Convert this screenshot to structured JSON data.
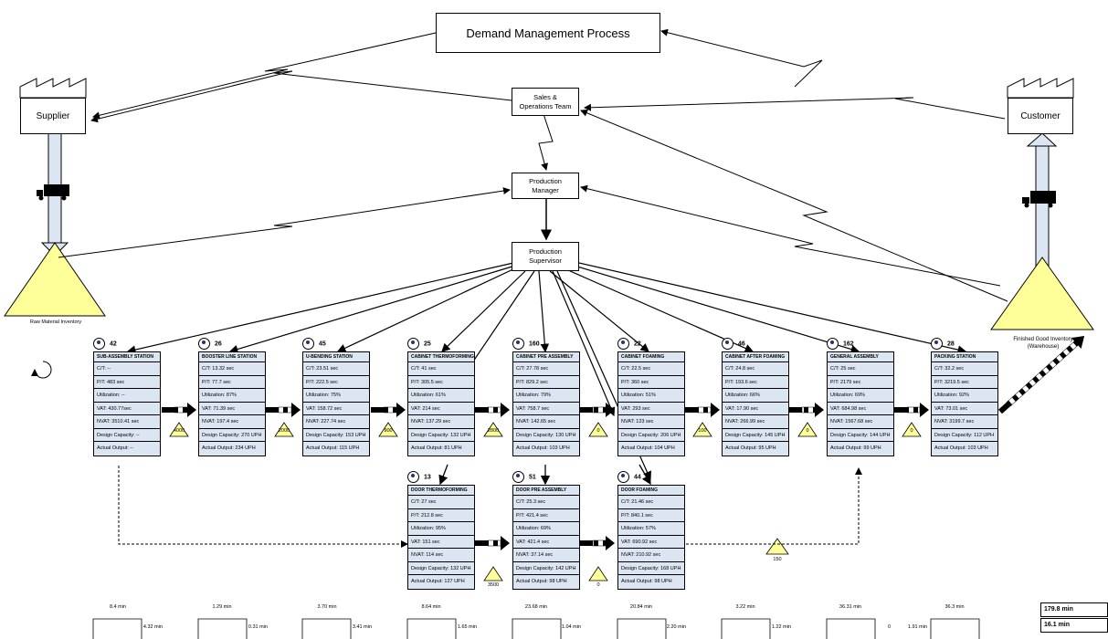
{
  "header": {
    "title": "Demand Management Process"
  },
  "external": {
    "supplier": "Supplier",
    "customer": "Customer"
  },
  "control": {
    "sales": "Sales &\nOperations Team",
    "manager": "Production\nManager",
    "supervisor": "Production\nSupervisor"
  },
  "inventory_labels": {
    "raw": "Raw Material Inventory",
    "finished": "Finished Good Inventory\n(Warehouse)"
  },
  "processes": [
    {
      "title": "SUB-ASSEMBLY STATION",
      "operators": "42",
      "ct": "C/T: --",
      "pt": "P/T: 483 sec",
      "util": "Utilization: --",
      "vat": "VAT: 430.77sec",
      "nvat": "NVAT: 3510.41 sec",
      "cap": "Design Capacity: --",
      "out": "Actual Output: --"
    },
    {
      "title": "BOOSTER LINE STATION",
      "operators": "26",
      "ct": "C/T: 13.32 sec",
      "pt": "P/T: 77.7 sec",
      "util": "Utilization: 87%",
      "vat": "VAT: 71.39 sec",
      "nvat": "NVAT: 197.4 sec",
      "cap": "Design Capacity: 270 UPH",
      "out": "Actual Output: 234 UPH"
    },
    {
      "title": "U-BENDING STATION",
      "operators": "45",
      "ct": "C/T: 23.51 sec",
      "pt": "P/T: 222.5 sec",
      "util": "Utilization: 75%",
      "vat": "VAT: 158.72 sec",
      "nvat": "NVAT: 227.74 sec",
      "cap": "Design Capacity: 153  UPH",
      "out": "Actual Output: 115 UPH"
    },
    {
      "title": "CABINET THERMOFORMING",
      "operators": "25",
      "ct": "C/T: 41 sec",
      "pt": "P/T: 305.5  sec",
      "util": "Utilization: 61%",
      "vat": "VAT: 214 sec",
      "nvat": "NVAT: 137.29 sec",
      "cap": "Design Capacity: 132 UPH",
      "out": "Actual Output: 81 UPH"
    },
    {
      "title": "CABINET PRE ASSEMBLY",
      "operators": "160",
      "ct": "C/T: 27.78 sec",
      "pt": "P/T: 829.2 sec",
      "util": "Utilization: 79%",
      "vat": "VAT: 758.7 sec",
      "nvat": "NVAT: 142.65 sec",
      "cap": "Design Capacity: 130 UPH",
      "out": "Actual Output: 103 UPH"
    },
    {
      "title": "CABINET FOAMING",
      "operators": "22",
      "ct": "C/T: 22.5 sec",
      "pt": "P/T: 360 sec",
      "util": "Utilization: 51%",
      "vat": "VAT: 293 sec",
      "nvat": "NVAT: 123 sec",
      "cap": "Design Capacity: 206 UPH",
      "out": "Actual Output: 104 UPH"
    },
    {
      "title": "CABINET AFTER FOAMING",
      "operators": "46",
      "ct": "C/T: 24.8 sec",
      "pt": "P/T: 193.6 sec",
      "util": "Utilization: 66%",
      "vat": "VAT: 17.90 sec",
      "nvat": "NVAT: 266.99 sec",
      "cap": "Design Capacity: 145 UPH",
      "out": "Actual Output: 95 UPH"
    },
    {
      "title": "GENERAL ASSEMBLY",
      "operators": "162",
      "ct": "C/T: 25 sec",
      "pt": "P/T: 2179 sec",
      "util": "Utilization: 69%",
      "vat": "VAT: 684.98 sec",
      "nvat": "NVAT: 1567.68 sec",
      "cap": "Design Capacity: 144 UPH",
      "out": "Actual Output: 99 UPH"
    },
    {
      "title": "PACKING STATION",
      "operators": "28",
      "ct": "C/T: 32.2 sec",
      "pt": "P/T: 3219.5 sec",
      "util": "Utilization: 92%",
      "vat": "VAT: 73.01 sec",
      "nvat": "NVAT: 3199.7 sec",
      "cap": "Design Capacity: 112 UPH",
      "out": "Actual Output: 103 UPH"
    },
    {
      "title": "DOOR THERMOFORMING",
      "operators": "13",
      "ct": "C/T: 27 sec",
      "pt": "P/T: 212.8  sec",
      "util": "Utilization: 95%",
      "vat": "VAT: 151 sec",
      "nvat": "NVAT: 114 sec",
      "cap": "Design Capacity: 132 UPH",
      "out": "Actual Output: 127 UPH"
    },
    {
      "title": "DOOR PRE ASSEMBLY",
      "operators": "51",
      "ct": "C/T: 25.3 sec",
      "pt": "P/T: 421.4 sec",
      "util": "Utilization: 69%",
      "vat": "VAT: 421.4 sec",
      "nvat": "NVAT: 37.14 sec",
      "cap": "Design Capacity: 142 UPH",
      "out": "Actual Output: 98 UPH"
    },
    {
      "title": "DOOR FOAMING",
      "operators": "44",
      "ct": "C/T: 21.46 sec",
      "pt": "P/T: 840.1 sec",
      "util": "Utilization: 57%",
      "vat": "VAT: 690.92 sec",
      "nvat": "NVAT: 210.92 sec",
      "cap": "Design Capacity: 168 UPH",
      "out": "Actual Output: 98 UPH"
    }
  ],
  "inventories": [
    "4000",
    "2000",
    "900",
    "2800",
    "0",
    "100",
    "0",
    "0",
    "3500",
    "0",
    "150"
  ],
  "timeline": {
    "wait": [
      "8.4 min",
      "1.29 min",
      "3.70 min",
      "8.64 min",
      "23.68 min",
      "20.84 min",
      "3.22 min",
      "36.31 min",
      "36.3 min"
    ],
    "process": [
      "4.32 min",
      "0.31 min",
      "3.41 min",
      "1.65 min",
      "1.04 min",
      "2.20 min",
      "1.22 min",
      "0",
      "1.91 min"
    ],
    "total_lead": "179.8 min",
    "total_process": "16.1 min"
  },
  "colors": {
    "process_fill": "#dce6f2",
    "inventory_fill": "#ffff99",
    "arrow_fill": "#dce6f2"
  }
}
